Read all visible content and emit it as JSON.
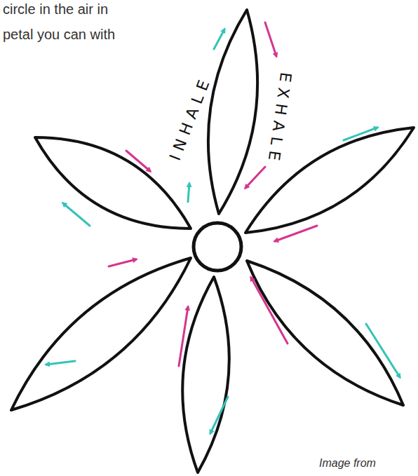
{
  "diagram": {
    "labels": [
      "circle in the air in",
      "petal you can with",
      "INHALE",
      "EXHALE",
      "Image from"
    ]
  }
}
